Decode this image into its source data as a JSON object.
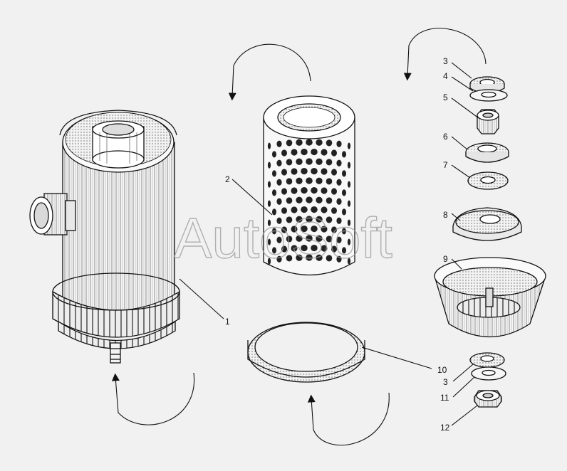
{
  "watermark": "AutoSoft",
  "callouts": [
    {
      "id": "c1",
      "text": "1"
    },
    {
      "id": "c2",
      "text": "2"
    },
    {
      "id": "c3a",
      "text": "3"
    },
    {
      "id": "c4",
      "text": "4"
    },
    {
      "id": "c5",
      "text": "5"
    },
    {
      "id": "c6",
      "text": "6"
    },
    {
      "id": "c7",
      "text": "7"
    },
    {
      "id": "c8",
      "text": "8"
    },
    {
      "id": "c9",
      "text": "9"
    },
    {
      "id": "c10",
      "text": "10"
    },
    {
      "id": "c3b",
      "text": "3"
    },
    {
      "id": "c11",
      "text": "11"
    },
    {
      "id": "c12",
      "text": "12"
    }
  ],
  "colors": {
    "line": "#111111",
    "paper": "#f1f1f1",
    "watermark": "#9a9a9a"
  }
}
